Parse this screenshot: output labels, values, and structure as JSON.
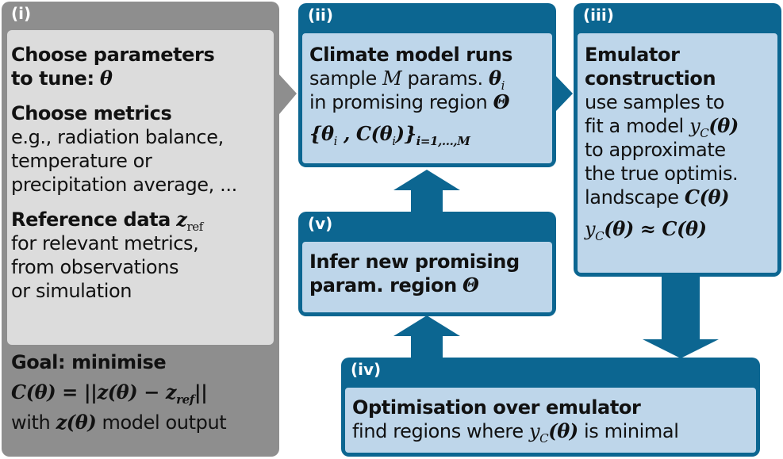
{
  "colors": {
    "blue_border": "#0c6691",
    "blue_fill": "#bed6ea",
    "grey_border": "#8e8e8e",
    "grey_fill": "#dcdcdc"
  },
  "panel_i": {
    "header": "(i)",
    "title1": "Choose parameters",
    "title2": "to tune:",
    "theta": "θ",
    "metrics_title": "Choose metrics",
    "metrics_l1": "e.g., radiation balance,",
    "metrics_l2": "temperature or",
    "metrics_l3": "precipitation average, ...",
    "ref_title": "Reference data",
    "z": "z",
    "ref_sub": "ref",
    "ref_l1": "for relevant metrics,",
    "ref_l2": "from observations",
    "ref_l3": "or simulation",
    "goal_title": "Goal: minimise",
    "goal_formula": "C(θ) = ||z(θ) − z",
    "goal_formula_sub": "ref",
    "goal_formula_end": "||",
    "goal_with": "with",
    "goal_z": "z(θ)",
    "goal_end": "model output"
  },
  "panel_ii": {
    "header": "(ii)",
    "title": "Climate model runs",
    "l1a": "sample",
    "l1M": "M",
    "l1b": "params.",
    "l1theta": "θ",
    "l1sub": "i",
    "l2a": "in promising region",
    "l2Theta": "Θ",
    "formula": "{θ",
    "formula_i": "i",
    "formula_mid": " , C(θ",
    "formula_i2": "i",
    "formula_end": ")}",
    "formula_sub": "i=1,...,M"
  },
  "panel_iii": {
    "header": "(iii)",
    "title1": "Emulator",
    "title2": "construction",
    "l1": "use samples to",
    "l2a": "fit a model",
    "l2y": "y",
    "l2sub": "C",
    "l2end": "(θ)",
    "l3": "to approximate",
    "l4": "the true optimis.",
    "l5a": "landscape",
    "l5C": "C(θ)",
    "approx_y": "y",
    "approx_sub": "C",
    "approx_rest": "(θ) ≈ C(θ)"
  },
  "panel_iv": {
    "header": "(iv)",
    "title": "Optimisation over emulator",
    "l1a": "find regions where",
    "l1y": "y",
    "l1sub": "C",
    "l1mid": "(θ)",
    "l1b": "is minimal"
  },
  "panel_v": {
    "header": "(v)",
    "title1": "Infer new promising",
    "title2": "param. region",
    "Theta": "Θ"
  }
}
